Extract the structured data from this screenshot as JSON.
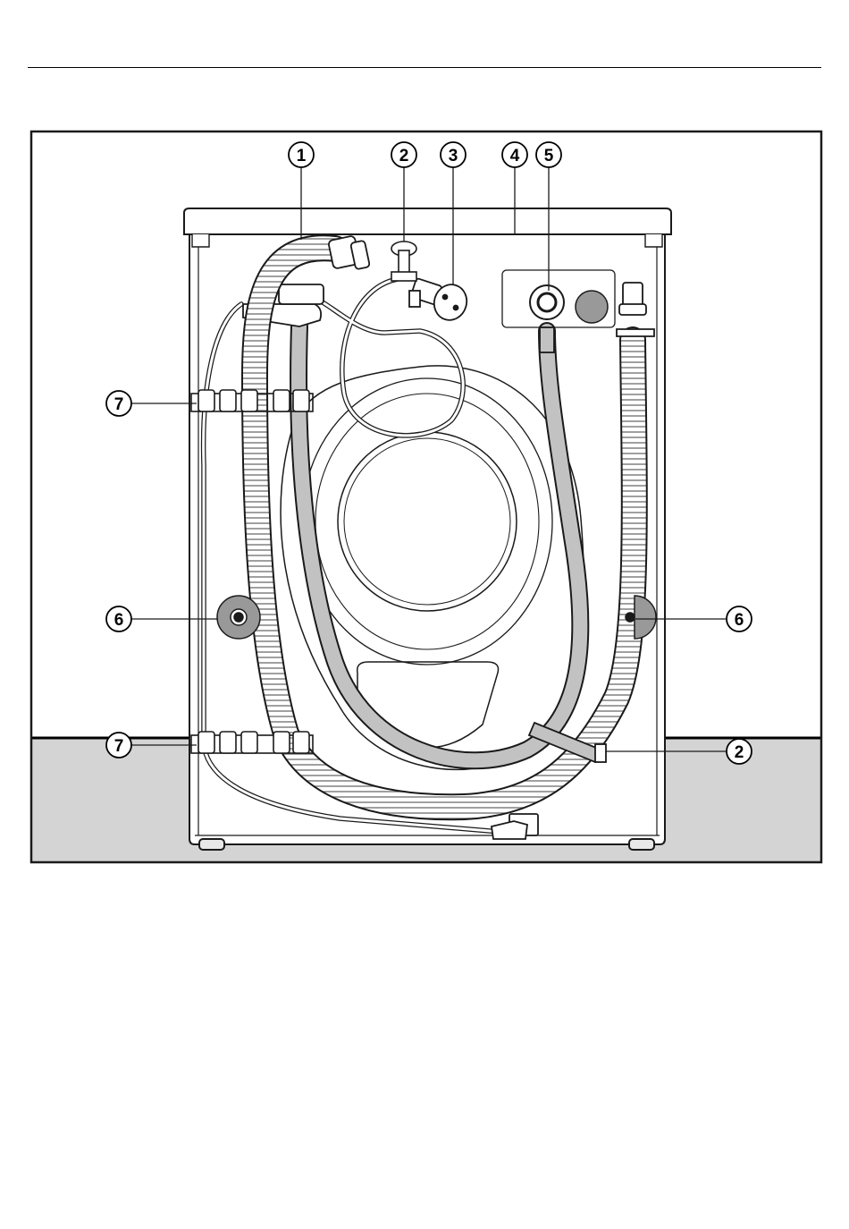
{
  "callouts": [
    {
      "id": "c1",
      "label": "1"
    },
    {
      "id": "c2",
      "label": "2"
    },
    {
      "id": "c3",
      "label": "3"
    },
    {
      "id": "c4",
      "label": "4"
    },
    {
      "id": "c5",
      "label": "5"
    },
    {
      "id": "c6l",
      "label": "6"
    },
    {
      "id": "c6r",
      "label": "6"
    },
    {
      "id": "c7t",
      "label": "7"
    },
    {
      "id": "c7b",
      "label": "7"
    },
    {
      "id": "c2b",
      "label": "2"
    }
  ],
  "colors": {
    "line": "#1a1a1a",
    "floor": "#d4d4d4",
    "hose": "#c2c2c2",
    "cap": "#999999"
  }
}
